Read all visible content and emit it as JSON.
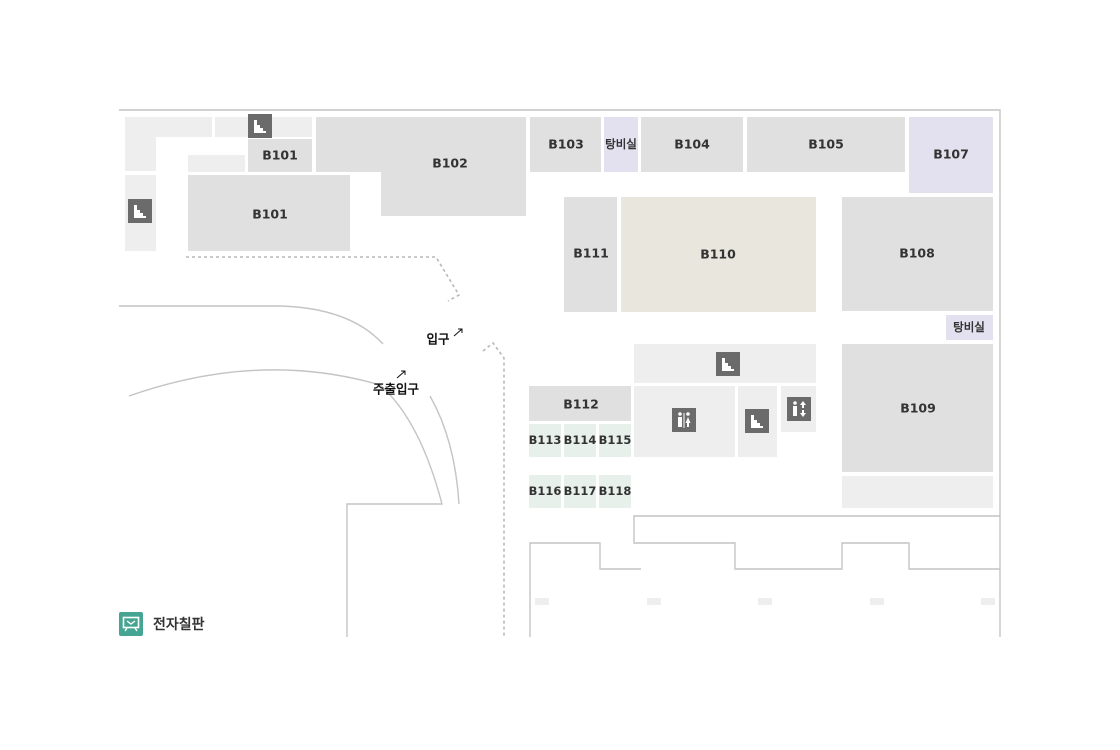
{
  "rooms": {
    "b101_small": "B101",
    "b101_large": "B101",
    "b102": "B102",
    "b103": "B103",
    "boiler_top": "탕비실",
    "b104": "B104",
    "b105": "B105",
    "b107": "B107",
    "b108": "B108",
    "boiler_right": "탕비실",
    "b109": "B109",
    "b110": "B110",
    "b111": "B111",
    "b112": "B112",
    "b113": "B113",
    "b114": "B114",
    "b115": "B115",
    "b116": "B116",
    "b117": "B117",
    "b118": "B118"
  },
  "entrances": {
    "entrance": "입구",
    "parking_entrance": "주출입구"
  },
  "legend": {
    "digital_board": "전자칠판"
  },
  "colors": {
    "room": "#e0e0e0",
    "pantry": "#e3e1ef",
    "hall": "#e8e6dd",
    "small_room": "#e8f0ec",
    "icon": "#6b6b6b",
    "legend_icon": "#46a592"
  },
  "icons": [
    "stairs-icon",
    "restroom-icon",
    "elevator-icon",
    "digital-board-icon"
  ]
}
